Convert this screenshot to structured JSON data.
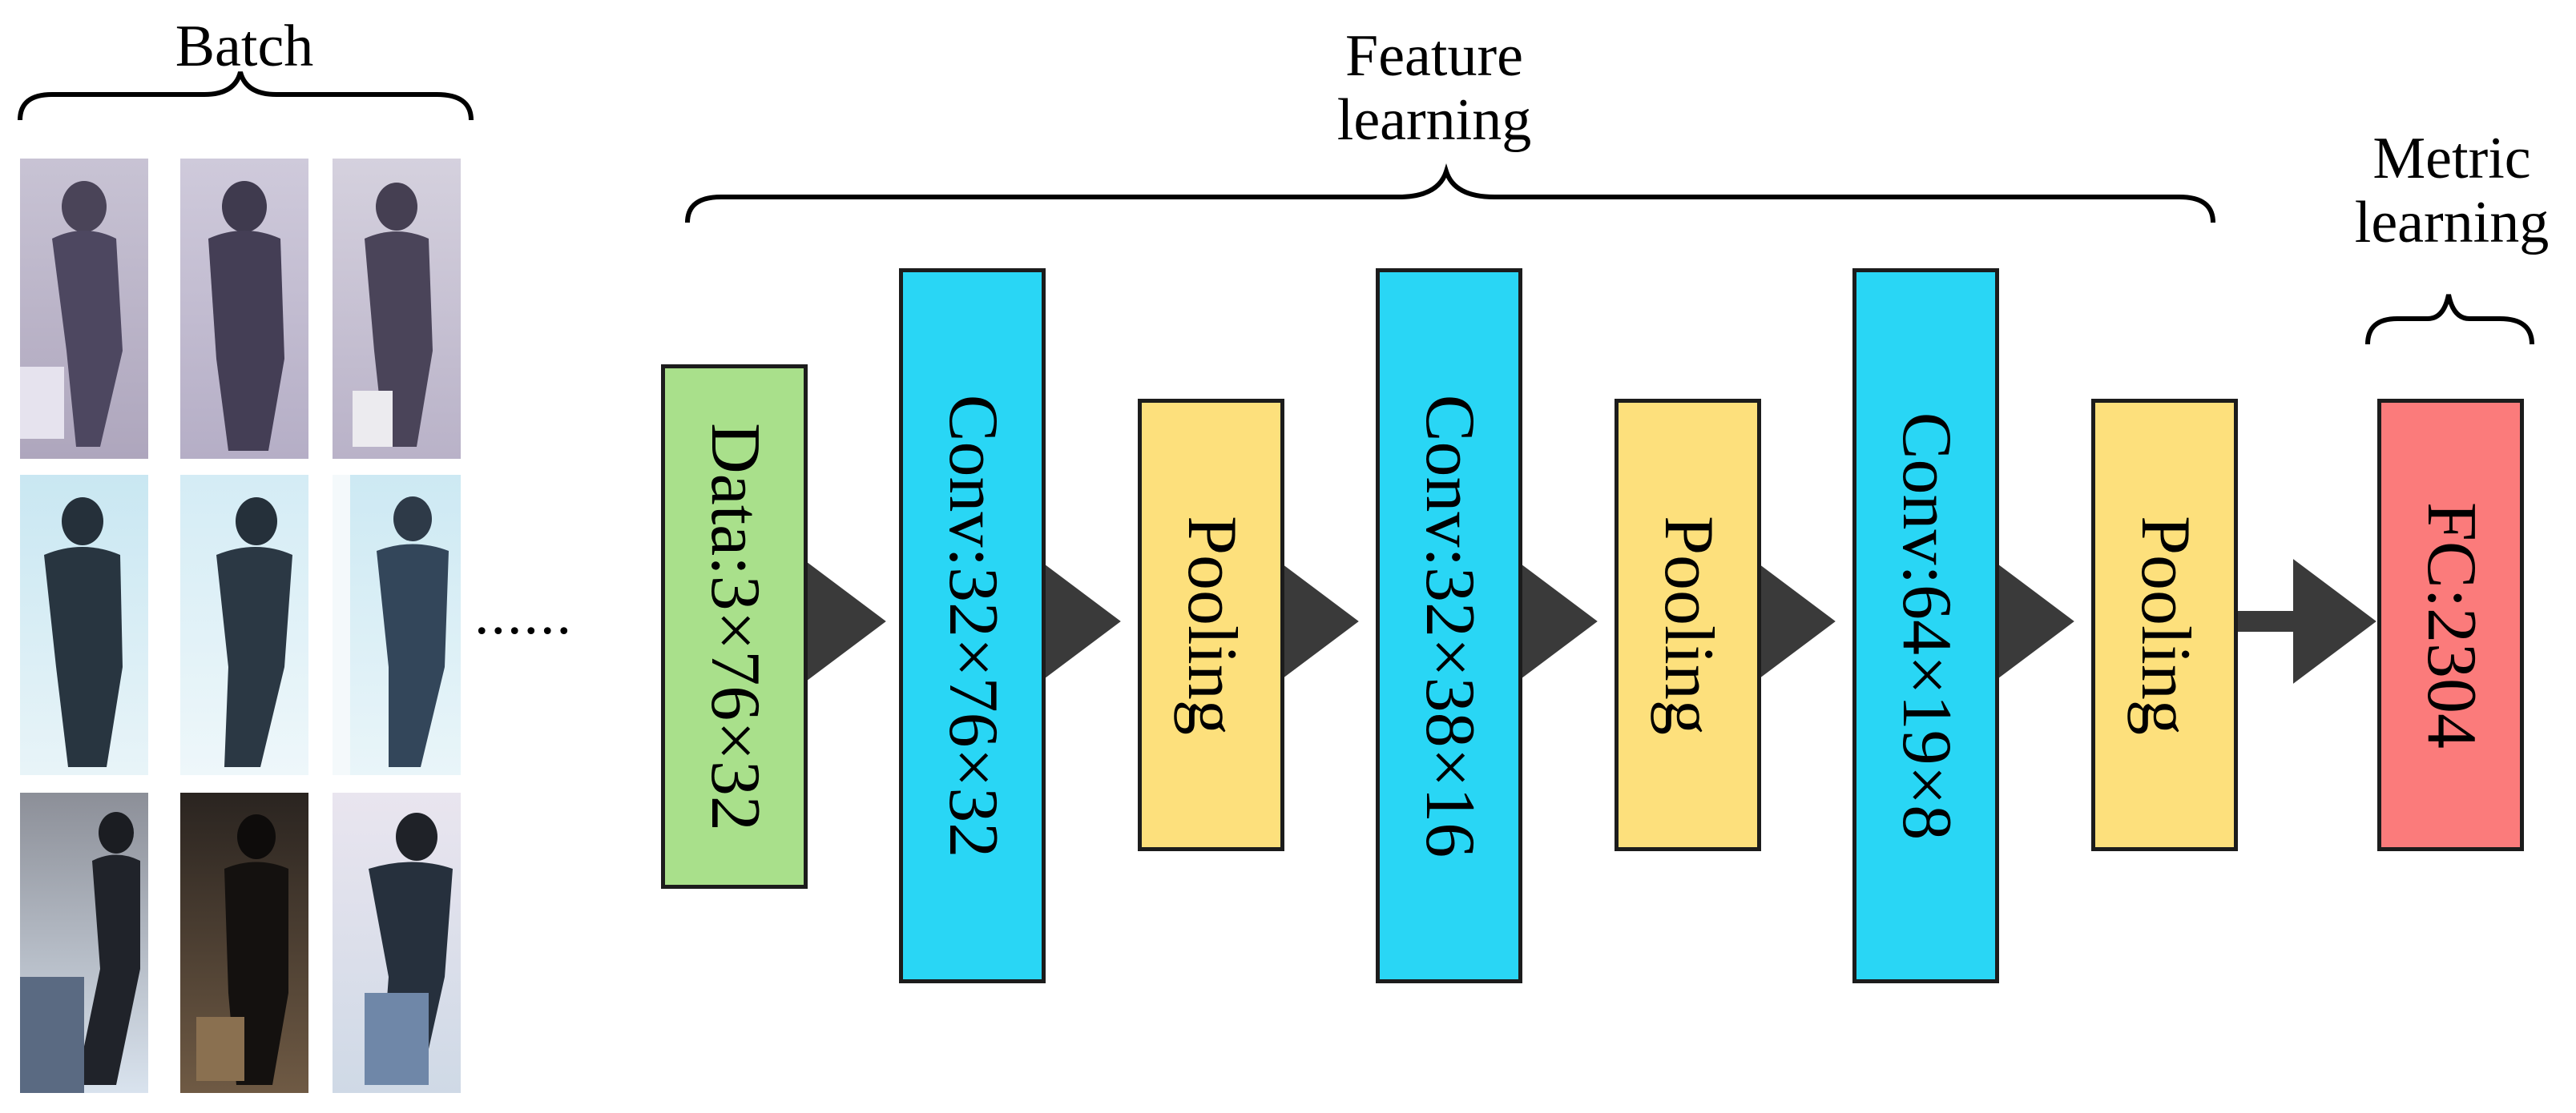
{
  "labels": {
    "batch": "Batch",
    "feature_line1": "Feature",
    "feature_line2": "learning",
    "metric_line1": "Metric",
    "metric_line2": "learning",
    "ellipsis": "......"
  },
  "blocks": [
    {
      "id": "data",
      "text": "Data:3×76×32",
      "color": "#a9e08b"
    },
    {
      "id": "conv1",
      "text": "Conv:32×76×32",
      "color": "#29d6f5"
    },
    {
      "id": "pool1",
      "text": "Pooling",
      "color": "#fde07c"
    },
    {
      "id": "conv2",
      "text": "Conv:32×38×16",
      "color": "#29d6f5"
    },
    {
      "id": "pool2",
      "text": "Pooling",
      "color": "#fde07c"
    },
    {
      "id": "conv3",
      "text": "Conv:64×19×8",
      "color": "#29d6f5"
    },
    {
      "id": "pool3",
      "text": "Pooling",
      "color": "#fde07c"
    },
    {
      "id": "fc",
      "text": "FC:2304",
      "color": "#fb7b7b"
    }
  ],
  "colors": {
    "arrow": "#3a3a3a",
    "border": "#1c1c1c"
  }
}
